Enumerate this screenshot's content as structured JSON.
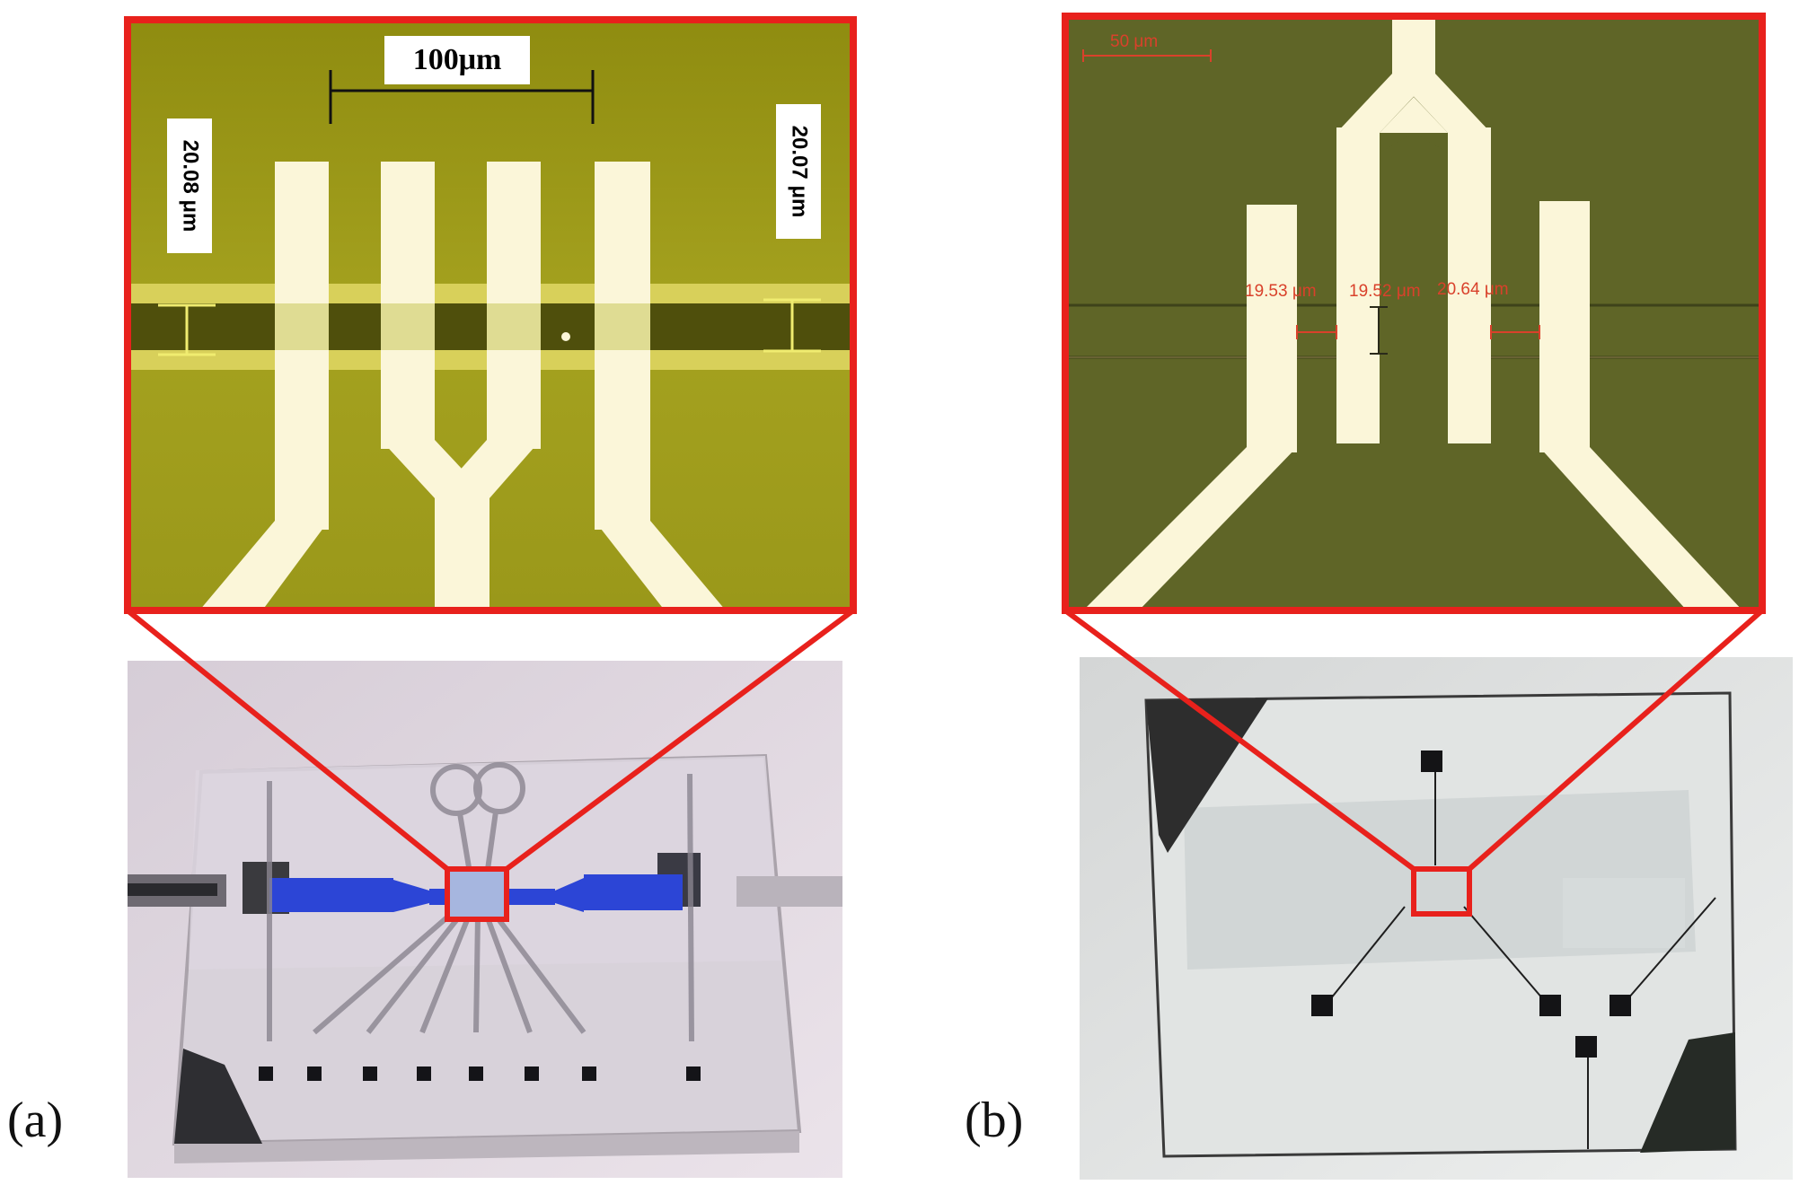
{
  "panels": {
    "a": {
      "label": "(a)",
      "scale_bar": "100μm",
      "gap_left": "20.08 μm",
      "gap_right": "20.07 μm"
    },
    "b": {
      "label": "(b)",
      "scale_bar": "50 μm",
      "gap_1": "19.53 μm",
      "gap_2": "19.52 μm",
      "gap_3": "20.64 μm"
    }
  },
  "colors": {
    "highlight": "#e8211c",
    "micrograph_a": "#9c9a18",
    "micrograph_b": "#5f6527",
    "electrode": "#fbf6d9",
    "channel_dye": "#2c45d6",
    "measure_red": "#d9412b"
  }
}
